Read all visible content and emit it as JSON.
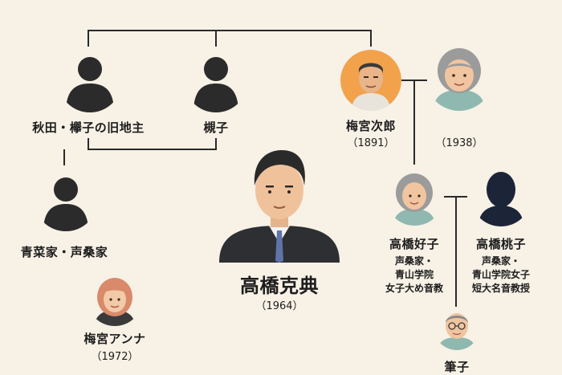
{
  "people": {
    "akita": {
      "name": "秋田・欅子の旧地主"
    },
    "tsuki": {
      "name": "槻子"
    },
    "umemiya_jiro": {
      "name": "梅宮次郎",
      "year": "（1891）"
    },
    "wife": {
      "year": "（1938）"
    },
    "aonagaya": {
      "name": "青菜家・声桑家"
    },
    "takahashi_katsunori": {
      "name": "高橋克典",
      "year": "（1964）"
    },
    "takahashi_yoshiko": {
      "name": "高橋好子",
      "notes": [
        "声桑家・",
        "青山学院",
        "女子大め音教"
      ]
    },
    "takahashi_shuko": {
      "name": "高橋桃子",
      "notes": [
        "声桑家・",
        "青山学院女子",
        "短大名音教授"
      ]
    },
    "umemiya_anna": {
      "name": "梅宮アンナ",
      "year": "（1972）"
    },
    "fudeko": {
      "name": "筆子"
    }
  },
  "colors": {
    "background": "#f7f1e6",
    "line": "#2a2a2a",
    "silhouette": "#2b2b2b",
    "silhouette_navy": "#1c2438",
    "orange_bg": "#f1a24b",
    "teal_shirt": "#8fb8b0",
    "gray_hair": "#9b9b9b",
    "suit": "#2e2f33",
    "tie": "#5f73a8"
  }
}
